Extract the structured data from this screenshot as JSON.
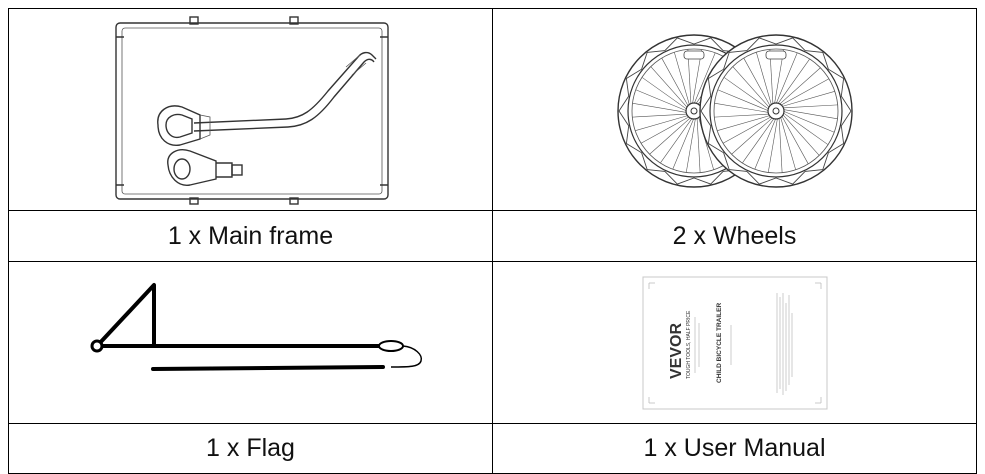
{
  "parts": [
    {
      "label": "1 x Main frame",
      "icon": "main-frame-icon"
    },
    {
      "label": "2 x Wheels",
      "icon": "wheels-icon"
    },
    {
      "label": "1 x Flag",
      "icon": "flag-icon"
    },
    {
      "label": "1 x User Manual",
      "icon": "user-manual-icon"
    }
  ],
  "manual": {
    "brand": "VEVOR",
    "tagline": "TOUGH TOOLS, HALF PRICE",
    "title": "CHILD BICYCLE TRAILER"
  }
}
